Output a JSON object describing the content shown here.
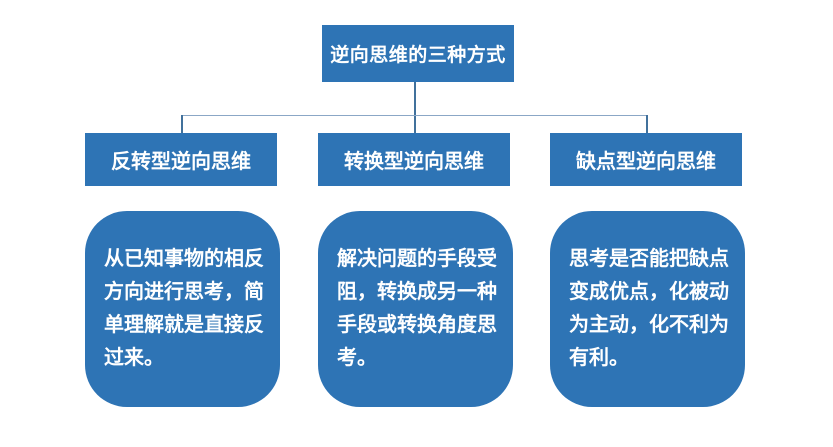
{
  "colors": {
    "background": "#FFFFFF",
    "box_fill": "#2E74B5",
    "box_text": "#FFFFFF",
    "connector": "#41719C",
    "connector_light": "#8BA7C6"
  },
  "diagram": {
    "title": "逆向思维的三种方式",
    "branches": [
      {
        "label": "反转型逆向思维",
        "description": "从已知事物的相反方向进行思考，简单理解就是直接反过来。"
      },
      {
        "label": "转换型逆向思维",
        "description": "解决问题的手段受阻，转换成另一种手段或转换角度思考。"
      },
      {
        "label": "缺点型逆向思维",
        "description": "思考是否能把缺点变成优点，化被动为主动，化不利为有利。"
      }
    ]
  }
}
